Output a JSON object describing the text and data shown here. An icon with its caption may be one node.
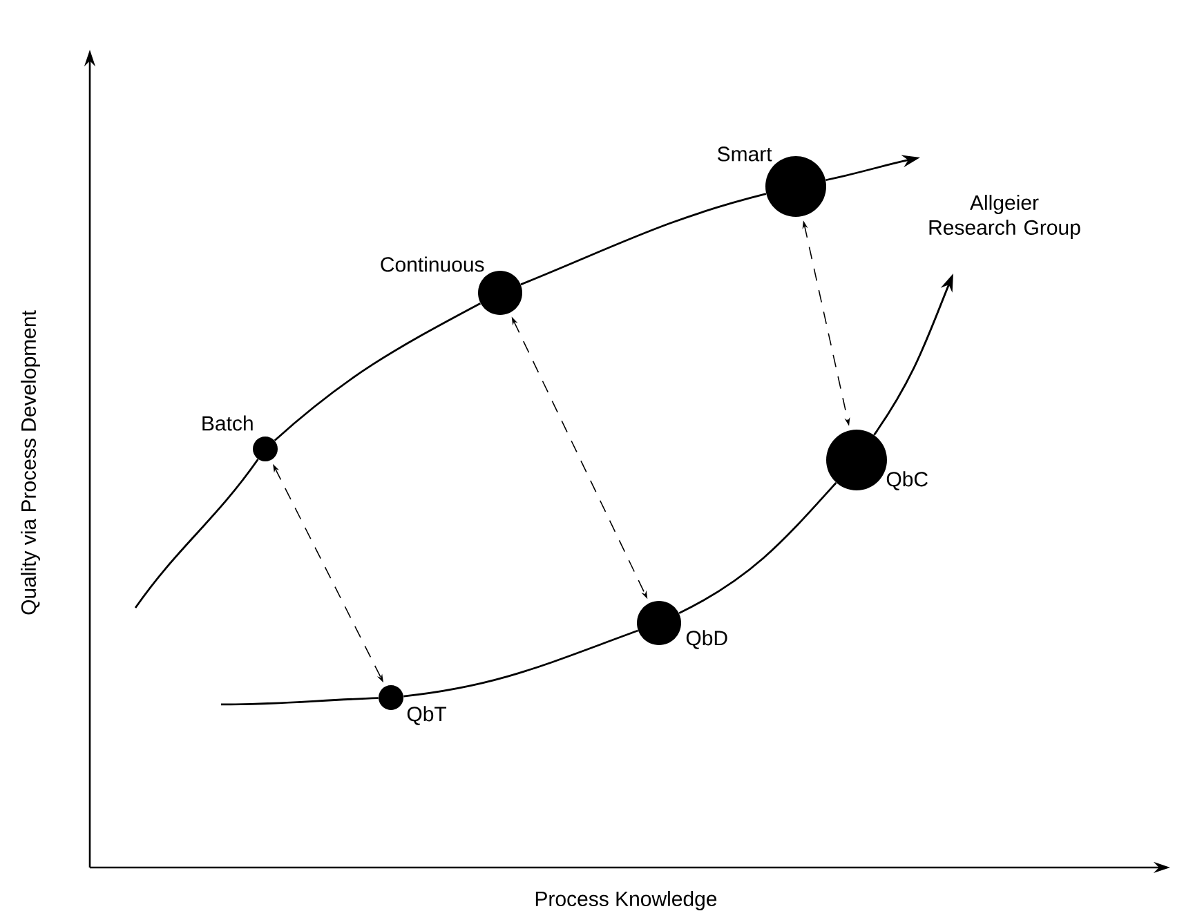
{
  "diagram": {
    "nodes": [
      {
        "text": [],
        "shape": "circle",
        "beside": [
          "Batch"
        ]
      },
      {
        "text": [],
        "shape": "circle",
        "beside": [
          "Continuous"
        ]
      },
      {
        "text": [],
        "shape": "circle",
        "beside": [
          "Smart"
        ]
      },
      {
        "text": [],
        "shape": "circle",
        "beside": [
          "QbT"
        ]
      },
      {
        "text": [],
        "shape": "circle",
        "beside": [
          "QbD"
        ]
      },
      {
        "text": [],
        "shape": "circle",
        "beside": [
          "QbC"
        ]
      }
    ],
    "edges": [
      {
        "from": null,
        "to": 0,
        "arrow": "none"
      },
      {
        "from": 0,
        "to": 1,
        "arrow": "none"
      },
      {
        "from": 1,
        "to": 2,
        "arrow": "none"
      },
      {
        "from": 2,
        "to": null,
        "arrow": "to"
      },
      {
        "from": null,
        "to": 3,
        "arrow": "none"
      },
      {
        "from": 3,
        "to": 4,
        "arrow": "none"
      },
      {
        "from": 4,
        "to": 5,
        "arrow": "none"
      },
      {
        "from": 5,
        "to": null,
        "arrow": "to"
      },
      {
        "from": 0,
        "to": 3,
        "arrow": "both",
        "style": "dashed"
      },
      {
        "from": 1,
        "to": 4,
        "arrow": "both",
        "style": "dashed"
      },
      {
        "from": 2,
        "to": 5,
        "arrow": "both",
        "style": "dashed"
      }
    ],
    "labels": [
      "Allgeier Research Group",
      "Quality via Process Development",
      "Process Knowledge"
    ]
  }
}
